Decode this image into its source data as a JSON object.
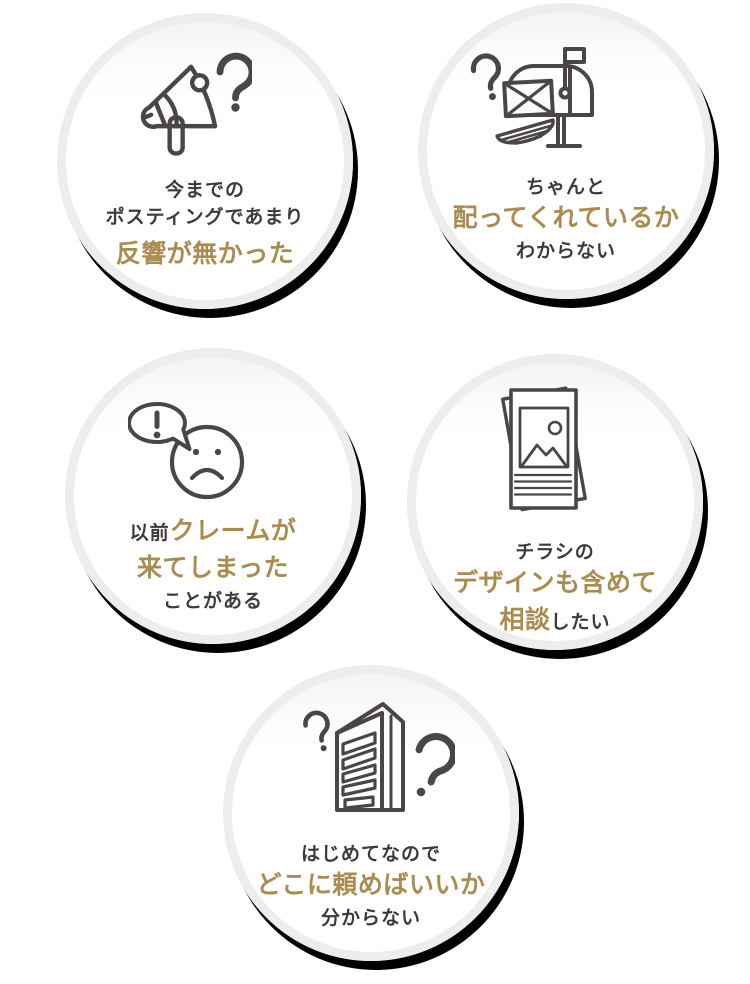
{
  "colors": {
    "background": "#ffffff",
    "emphasis_gold": "#a98c4e",
    "text_dark": "#3e3a39",
    "icon_stroke": "#4a4645",
    "circle_ring": "#ededed",
    "circle_shadow": "#010101"
  },
  "circles": [
    {
      "id": "no-response",
      "icon": "megaphone-question-icon",
      "lines": [
        {
          "segments": [
            {
              "text": "今までの",
              "emphasis": false
            }
          ]
        },
        {
          "segments": [
            {
              "text": "ポスティングであまり",
              "emphasis": false
            }
          ]
        },
        {
          "segments": [
            {
              "text": "反響が無かった",
              "emphasis": true
            }
          ]
        }
      ]
    },
    {
      "id": "delivery-doubt",
      "icon": "mailbox-question-icon",
      "lines": [
        {
          "segments": [
            {
              "text": "ちゃんと",
              "emphasis": false
            }
          ]
        },
        {
          "segments": [
            {
              "text": "配ってくれているか",
              "emphasis": true
            }
          ]
        },
        {
          "segments": [
            {
              "text": "わからない",
              "emphasis": false
            }
          ]
        }
      ]
    },
    {
      "id": "past-complaint",
      "icon": "sad-face-exclamation-icon",
      "lines": [
        {
          "segments": [
            {
              "text": "以前",
              "emphasis": false
            },
            {
              "text": "クレームが",
              "emphasis": true
            }
          ]
        },
        {
          "segments": [
            {
              "text": "来てしまった",
              "emphasis": true
            }
          ]
        },
        {
          "segments": [
            {
              "text": "ことがある",
              "emphasis": false
            }
          ]
        }
      ]
    },
    {
      "id": "design-consult",
      "icon": "flyer-icon",
      "lines": [
        {
          "segments": [
            {
              "text": "チラシの",
              "emphasis": false
            }
          ]
        },
        {
          "segments": [
            {
              "text": "デザインも含めて",
              "emphasis": true
            }
          ]
        },
        {
          "segments": [
            {
              "text": "相談",
              "emphasis": true
            },
            {
              "text": "したい",
              "emphasis": false
            }
          ]
        }
      ]
    },
    {
      "id": "first-time",
      "icon": "building-question-icon",
      "lines": [
        {
          "segments": [
            {
              "text": "はじめてなので",
              "emphasis": false
            }
          ]
        },
        {
          "segments": [
            {
              "text": "どこに頼めばいいか",
              "emphasis": true
            }
          ]
        },
        {
          "segments": [
            {
              "text": "分からない",
              "emphasis": false
            }
          ]
        }
      ]
    }
  ]
}
